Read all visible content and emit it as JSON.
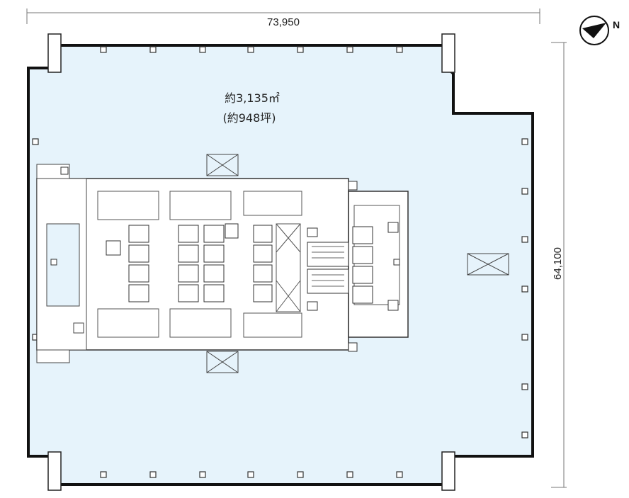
{
  "dimensions": {
    "width_label": "73,950",
    "height_label": "64,100"
  },
  "area": {
    "sqm_label": "約3,135㎡",
    "tsubo_label": "(約948坪)"
  },
  "compass": {
    "letter": "N"
  },
  "colors": {
    "floor_fill": "#e6f3fb",
    "wall": "#111111",
    "line": "#444444"
  }
}
